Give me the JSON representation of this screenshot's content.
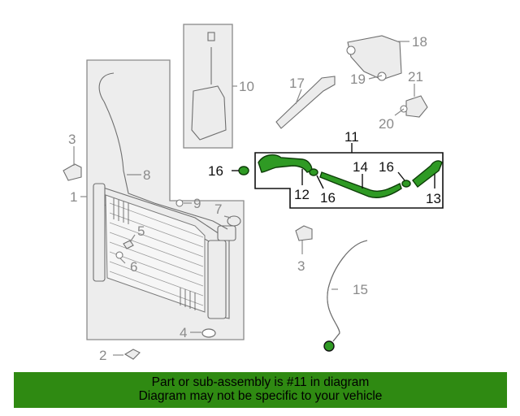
{
  "callouts": {
    "c1": "1",
    "c2": "2",
    "c3a": "3",
    "c3b": "3",
    "c4": "4",
    "c5": "5",
    "c6": "6",
    "c7": "7",
    "c8": "8",
    "c9": "9",
    "c10": "10",
    "c11": "11",
    "c12": "12",
    "c13": "13",
    "c14": "14",
    "c15": "15",
    "c16a": "16",
    "c16b": "16",
    "c16c": "16",
    "c17": "17",
    "c18": "18",
    "c19": "19",
    "c20": "20",
    "c21": "21"
  },
  "footer": {
    "line1": "Part or sub-assembly is #11 in diagram",
    "line2": "Diagram may not be specific to your vehicle"
  },
  "colors": {
    "highlight": "#2f9a24",
    "footer_bg": "#2f8a12",
    "callout_gray": "#8a8a8a"
  }
}
